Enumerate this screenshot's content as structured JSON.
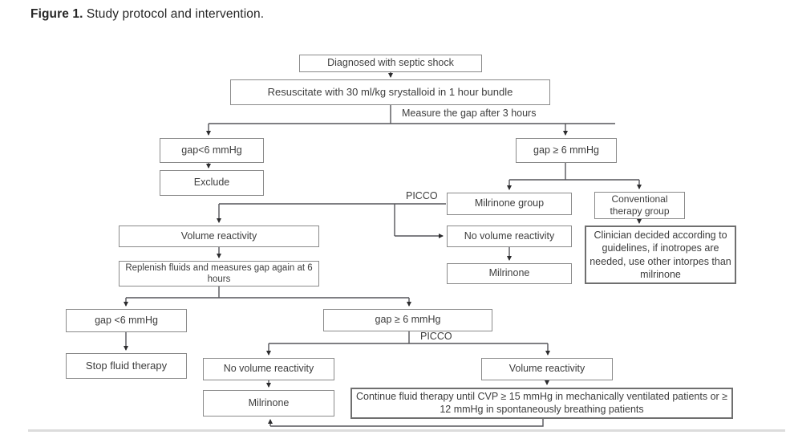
{
  "figure_caption": {
    "label": "Figure 1.",
    "text": " Study protocol and intervention."
  },
  "flowchart": {
    "nodes": {
      "diagnosed": "Diagnosed with septic shock",
      "resuscitate": "Resuscitate with 30 ml/kg srystalloid in 1 hour bundle",
      "gap_lt6_initial": "gap<6 mmHg",
      "exclude": "Exclude",
      "gap_ge6_initial": "gap ≥ 6 mmHg",
      "milrinone_group": "Milrinone group",
      "conventional_group": "Conventional therapy group",
      "volume_reactivity_mid": "Volume reactivity",
      "no_volume_reactivity_mid": "No volume reactivity",
      "clinician": "Clinician decided according to guidelines, if inotropes are needed, use other intorpes than milrinone",
      "replenish": "Replenish fluids and measures gap again at 6 hours",
      "milrinone_mid": "Milrinone",
      "gap_lt6_6h": "gap <6 mmHg",
      "gap_ge6_6h": "gap ≥ 6  mmHg",
      "stop_fluid": "Stop fluid therapy",
      "no_volume_reactivity_final": "No volume reactivity",
      "volume_reactivity_final": "Volume reactivity",
      "milrinone_final": "Milrinone",
      "continue_fluid": "Continue fluid therapy until CVP ≥ 15 mmHg in mechanically ventilated patients or ≥ 12 mmHg in spontaneously breathing patients"
    },
    "edge_labels": {
      "measure_gap": "Measure the gap after 3 hours",
      "picco_initial": "PICCO",
      "picco_6h": "PICCO"
    }
  },
  "colors": {
    "box_border": "#8a8a8a",
    "connector_line": "#55555a",
    "text": "#3d3d3d",
    "divider": "#dcdcdc"
  }
}
